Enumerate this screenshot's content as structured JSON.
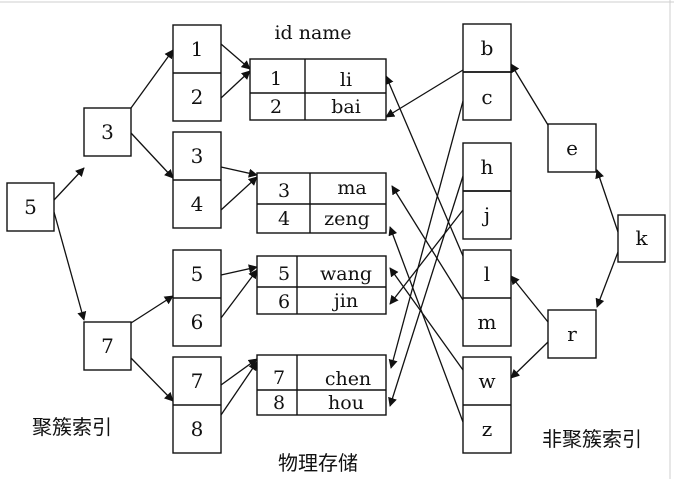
{
  "header": {
    "columns_label": "id name"
  },
  "captions": {
    "clustered_index": "聚簇索引",
    "physical_storage": "物理存储",
    "nonclustered_index": "非聚簇索引"
  },
  "clustered_tree": {
    "root": "5",
    "level1": [
      "3",
      "7"
    ],
    "leaves": [
      [
        "1",
        "2"
      ],
      [
        "3",
        "4"
      ],
      [
        "5",
        "6"
      ],
      [
        "7",
        "8"
      ]
    ]
  },
  "storage_pages": [
    {
      "rows": [
        {
          "id": "1",
          "name": "li"
        },
        {
          "id": "2",
          "name": "bai"
        }
      ]
    },
    {
      "rows": [
        {
          "id": "3",
          "name": "ma"
        },
        {
          "id": "4",
          "name": "zeng"
        }
      ]
    },
    {
      "rows": [
        {
          "id": "5",
          "name": "wang"
        },
        {
          "id": "6",
          "name": "jin"
        }
      ]
    },
    {
      "rows": [
        {
          "id": "7",
          "name": "chen"
        },
        {
          "id": "8",
          "name": "hou"
        }
      ]
    }
  ],
  "nonclustered_tree": {
    "root": "k",
    "level1": [
      "e",
      "r"
    ],
    "leaves": [
      [
        "b",
        "c"
      ],
      [
        "h",
        "j"
      ],
      [
        "l",
        "m"
      ],
      [
        "w",
        "z"
      ]
    ]
  }
}
